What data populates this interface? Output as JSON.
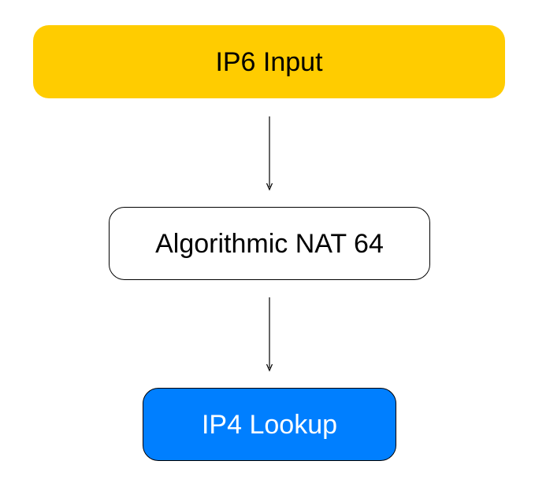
{
  "diagram": {
    "nodes": [
      {
        "id": "ip6-input",
        "label": "IP6 Input",
        "fill": "#FFCC00",
        "text_color": "#000000"
      },
      {
        "id": "algorithmic-nat64",
        "label": "Algorithmic NAT 64",
        "fill": "#FFFFFF",
        "text_color": "#000000"
      },
      {
        "id": "ip4-lookup",
        "label": "IP4 Lookup",
        "fill": "#007FFF",
        "text_color": "#FFFFFF"
      }
    ],
    "edges": [
      {
        "from": "ip6-input",
        "to": "algorithmic-nat64"
      },
      {
        "from": "algorithmic-nat64",
        "to": "ip4-lookup"
      }
    ]
  }
}
